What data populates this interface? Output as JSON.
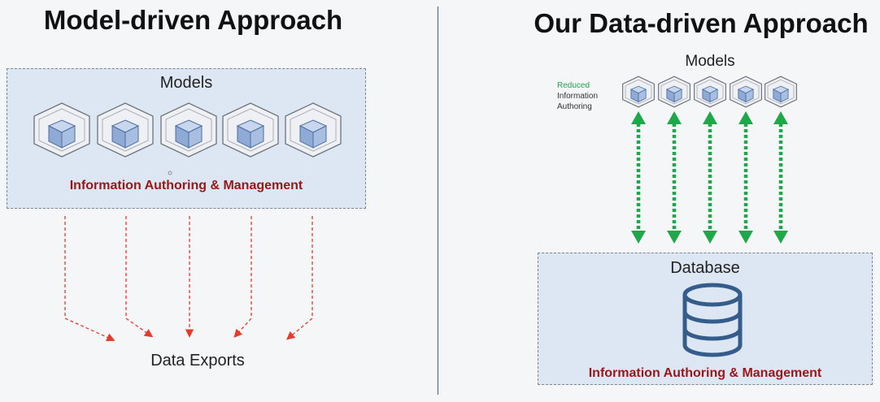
{
  "left": {
    "title": "Model-driven Approach",
    "box_label": "Models",
    "management_label": "Information Authoring & Management",
    "exports_label": "Data Exports",
    "colors": {
      "arrow": "#e53b2c",
      "management_text": "#9b1616"
    }
  },
  "right": {
    "title": "Our Data-driven Approach",
    "models_label": "Models",
    "note": {
      "line1": "Reduced",
      "line2": "Information",
      "line3": "Authoring"
    },
    "database_label": "Database",
    "management_label": "Information Authoring & Management",
    "colors": {
      "arrow": "#1fa84a",
      "database_icon": "#355d8c"
    }
  },
  "icons": {
    "model": "cube-in-hexagon-icon",
    "database": "database-icon"
  }
}
